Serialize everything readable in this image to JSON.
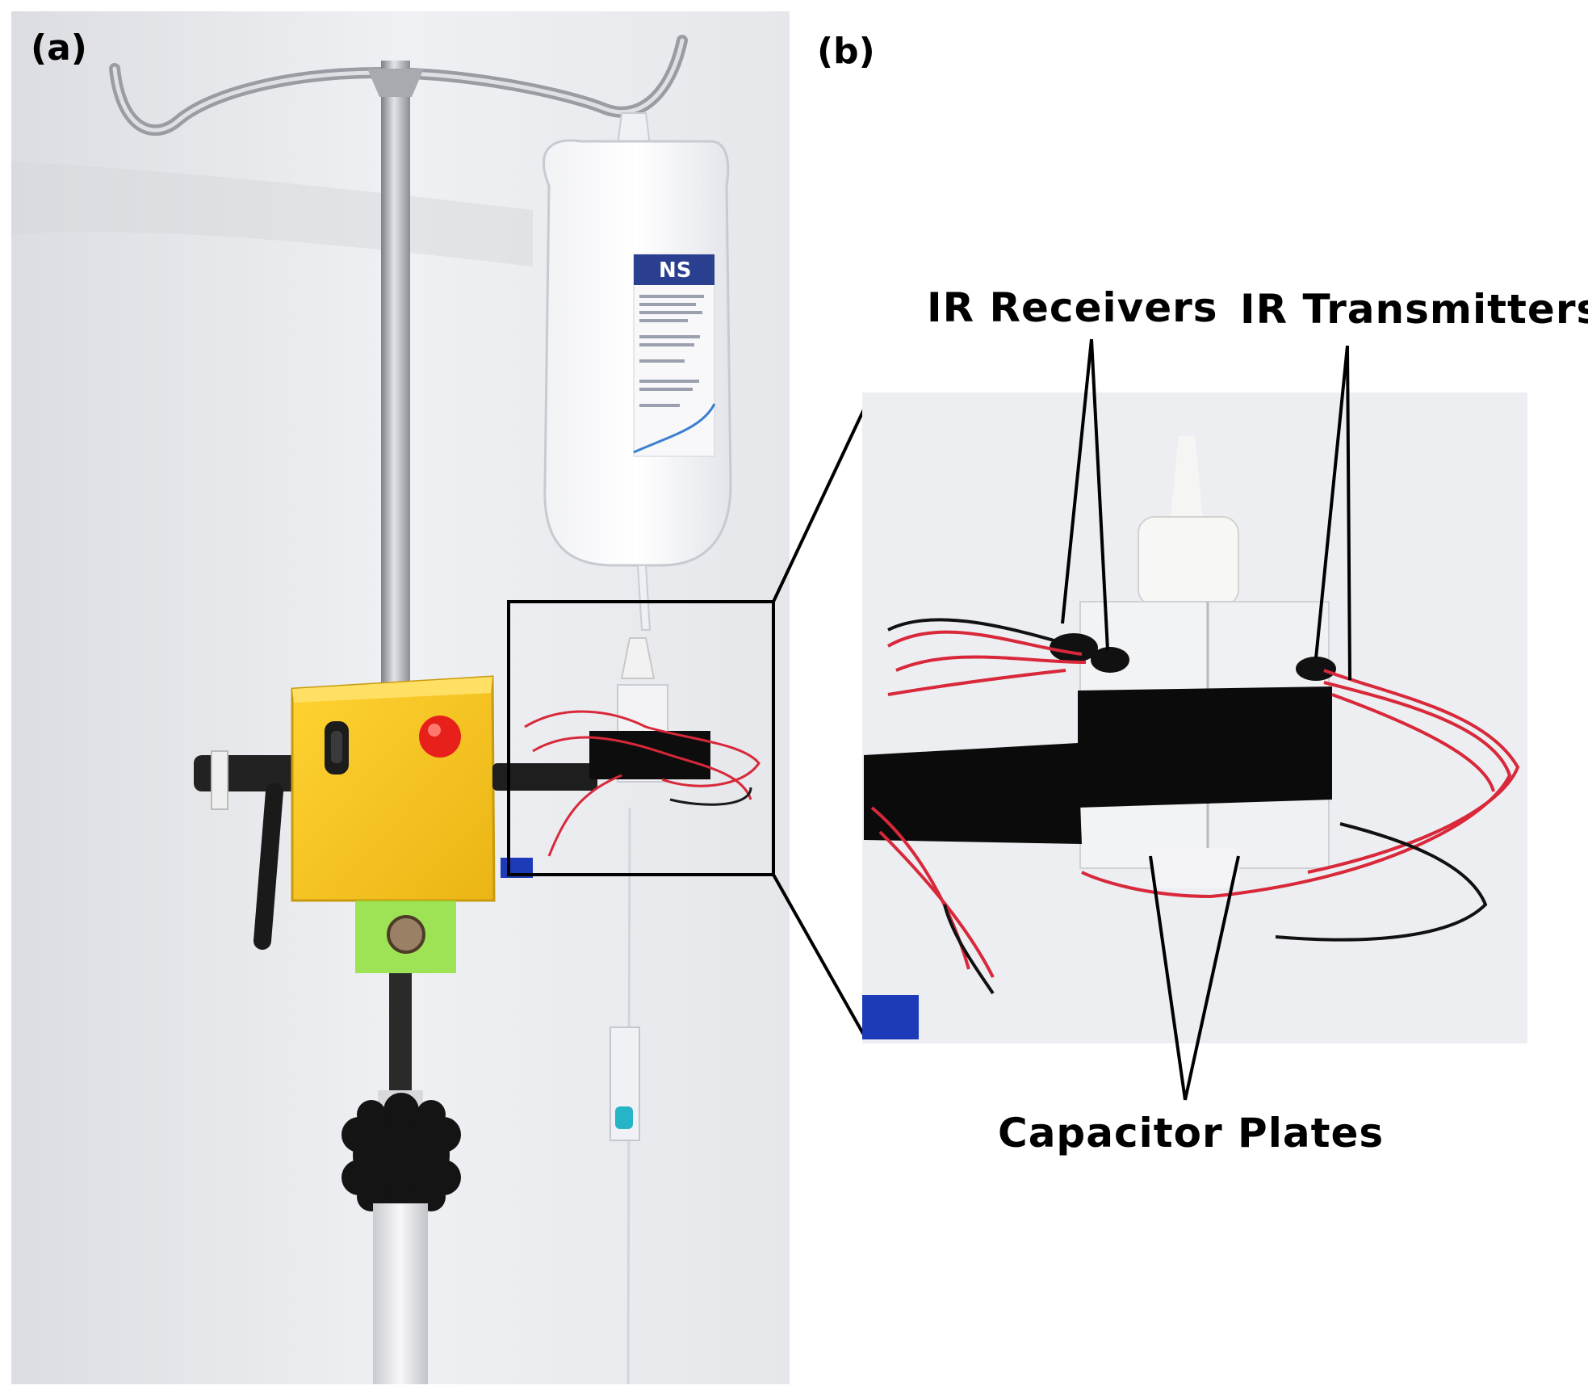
{
  "figure": {
    "panel_a": {
      "label": "(a)"
    },
    "panel_b": {
      "label": "(b)"
    },
    "callouts": {
      "ir_receivers": "IR Receivers",
      "ir_transmitters": "IR Transmitters",
      "capacitor_plates": "Capacitor Plates"
    },
    "iv_bag": {
      "label_text": "NS"
    },
    "colors": {
      "wall": "#e9eaee",
      "device_box": "#f5c21a",
      "led": "#e8201c",
      "wire_red": "#d8283a",
      "tape": "#0b0b0b",
      "blue_connector": "#1d3bb8",
      "pcb_green": "#8fe03a",
      "bag_label": "#2a3f8f"
    }
  }
}
